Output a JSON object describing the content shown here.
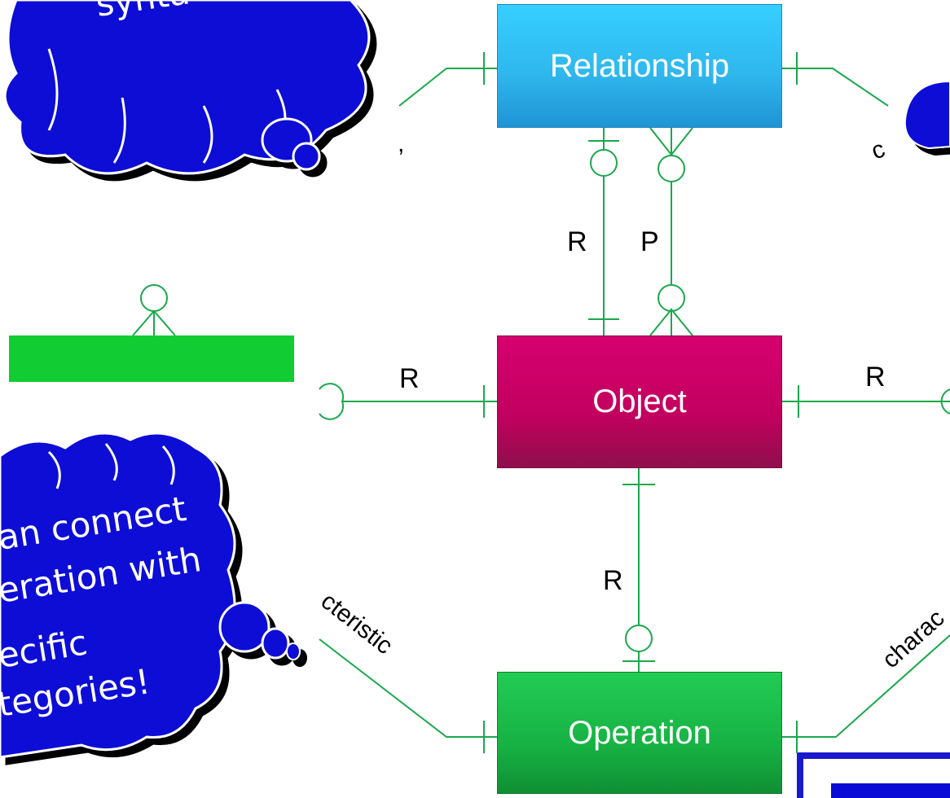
{
  "entities": {
    "relationship": "Relationship",
    "object": "Object",
    "operation": "Operation"
  },
  "connector_labels": {
    "rel_obj_left": "R",
    "rel_obj_right": "P",
    "obj_left": "R",
    "obj_right": "R",
    "obj_op": "R",
    "op_left_partial": "cteristic",
    "op_right_partial": "charac",
    "rel_left_partial": ",",
    "rel_right_partial": "c"
  },
  "clouds": {
    "top_left_partial": "synta",
    "bottom_left_lines": [
      "an connect",
      "eration with",
      "ecific",
      "tegories!"
    ]
  },
  "colors": {
    "line": "#1aa84c",
    "cloud": "#0a0ad6",
    "relationship": "#2fb8ee",
    "object": "#c2005f",
    "operation": "#17b244",
    "green_bar": "#11cc33",
    "frame": "#1a1acc"
  }
}
